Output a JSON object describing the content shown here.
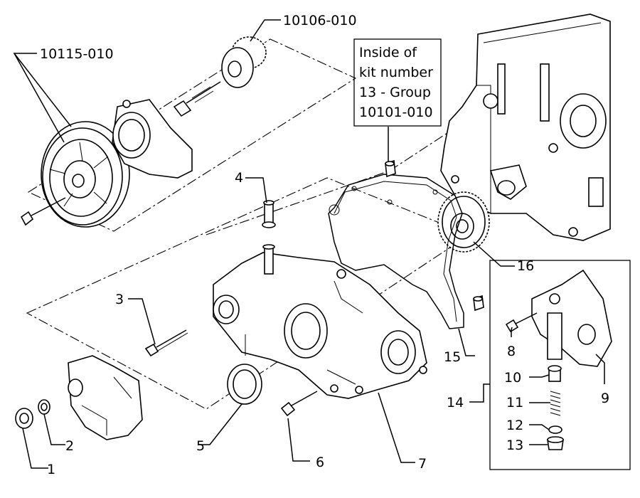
{
  "part_numbers": {
    "crank_pulley": "10115-010",
    "idler_pulley": "10106-010"
  },
  "kit_note": {
    "line1": "Inside of",
    "line2": "kit number",
    "line3": "13 - Group",
    "line4": "10101-010"
  },
  "callouts": [
    "1",
    "2",
    "3",
    "4",
    "5",
    "6",
    "7",
    "8",
    "9",
    "10",
    "11",
    "12",
    "13",
    "14",
    "15",
    "16"
  ]
}
